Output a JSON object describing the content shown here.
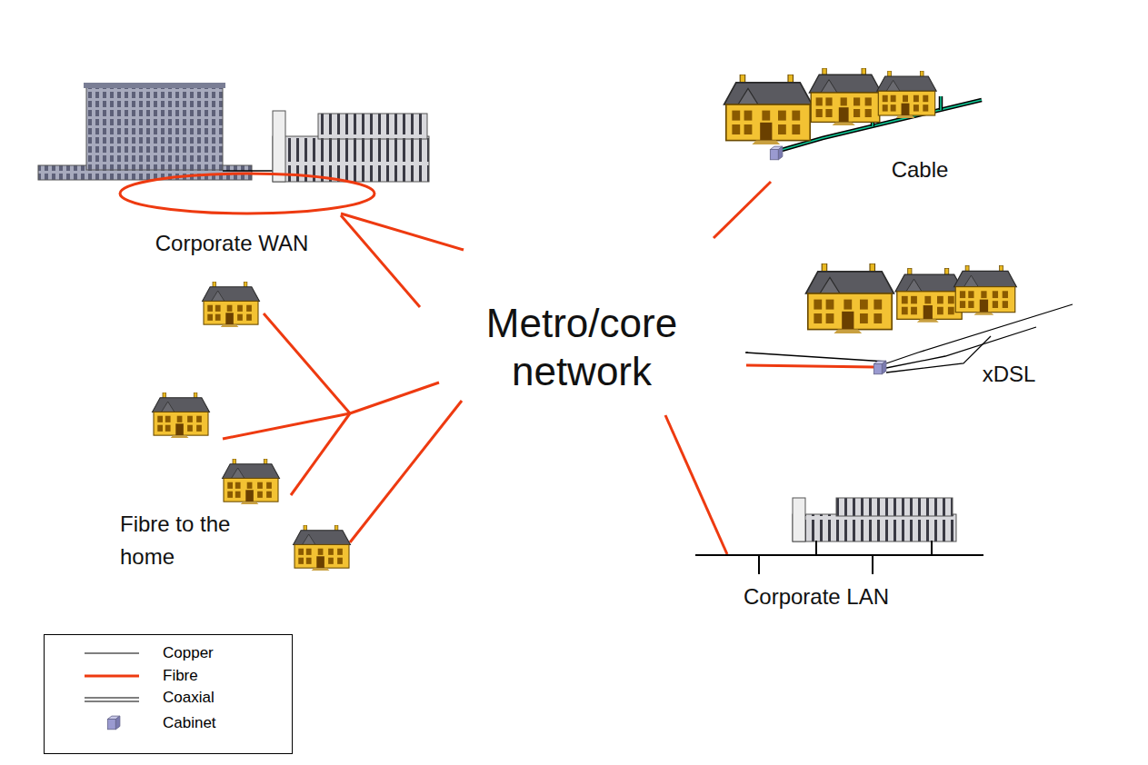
{
  "diagram": {
    "nodes": [
      {
        "text": [
          "Corporate WAN"
        ]
      },
      {
        "text": [
          "Cable"
        ]
      },
      {
        "text": [
          "Metro/core network"
        ]
      },
      {
        "text": [
          "xDSL"
        ]
      },
      {
        "text": [
          "Fibre to the home"
        ]
      },
      {
        "text": [
          "Corporate LAN"
        ]
      }
    ],
    "edges": [
      {
        "from": 0,
        "to": 2,
        "arrow": "none"
      },
      {
        "from": 0,
        "to": 2,
        "arrow": "none"
      },
      {
        "from": 1,
        "to": 2,
        "arrow": "none"
      },
      {
        "from": 3,
        "to": 2,
        "arrow": "none"
      },
      {
        "from": 3,
        "to": 2,
        "arrow": "none"
      },
      {
        "from": 4,
        "to": 2,
        "arrow": "none"
      },
      {
        "from": 4,
        "to": 2,
        "arrow": "none"
      },
      {
        "from": 5,
        "to": 2,
        "arrow": "none"
      }
    ],
    "legend": [
      {
        "text": "Copper"
      },
      {
        "text": "Fibre"
      },
      {
        "text": "Coaxial"
      },
      {
        "text": "Cabinet"
      }
    ]
  }
}
